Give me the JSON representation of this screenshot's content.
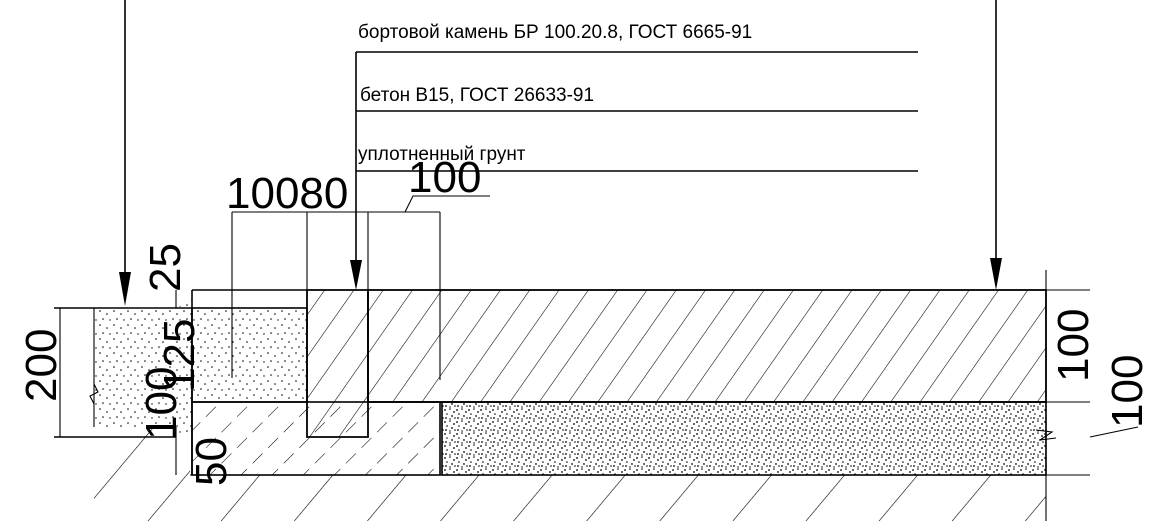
{
  "labels": {
    "curb": "бортовой камень БР 100.20.8, ГОСТ 6665-91",
    "concrete": "бетон В15, ГОСТ 26633-91",
    "soil": "уплотненный грунт"
  },
  "dimensions": {
    "top_left": "10080",
    "top_right": "100",
    "left_200": "200",
    "left_25": "25",
    "left_125": "125",
    "left_100": "100",
    "left_50": "50",
    "right_100_a": "100",
    "right_100_b": "100"
  }
}
